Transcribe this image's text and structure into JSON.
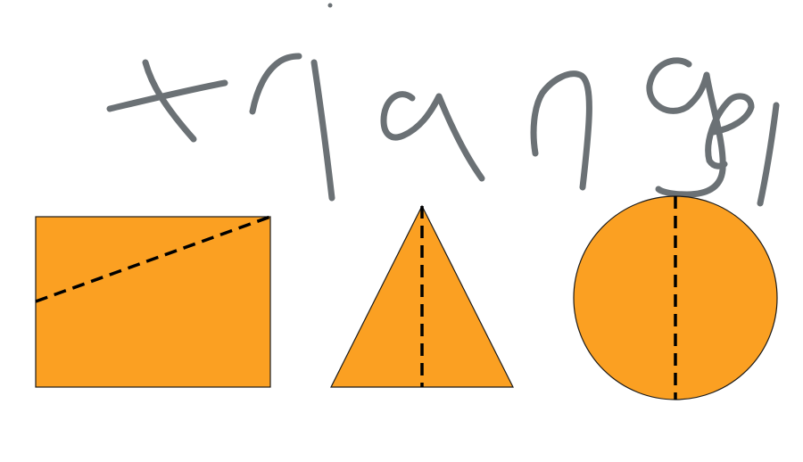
{
  "handwriting": {
    "word": "triangel",
    "ink_color": "#6b7175"
  },
  "shapes": {
    "fill_color": "#fba022",
    "outline_color": "#1a1a1a",
    "cut_line_color": "#000000",
    "items": [
      {
        "kind": "rectangle",
        "cut": "diagonal-shallow"
      },
      {
        "kind": "triangle",
        "cut": "vertical-center"
      },
      {
        "kind": "circle",
        "cut": "vertical-diameter"
      }
    ]
  }
}
